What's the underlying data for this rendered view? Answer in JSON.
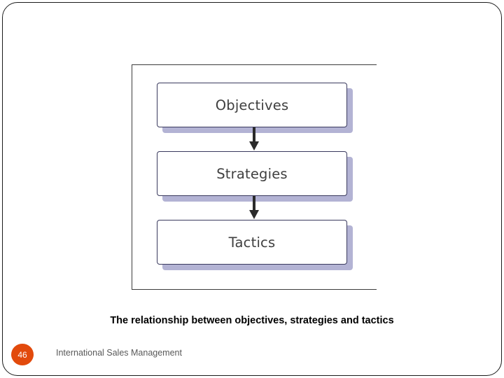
{
  "slide": {
    "caption": "The relationship between objectives, strategies and tactics",
    "footer": {
      "slide_number": "46",
      "course_title": "International Sales Management"
    },
    "colors": {
      "badge": "#e24a0c",
      "box_shadow": "#b3b3d4",
      "box_border": "#3a3a5e",
      "text": "#3f3f3f"
    }
  },
  "diagram": {
    "type": "flow",
    "orientation": "vertical",
    "nodes": [
      {
        "label": "Objectives"
      },
      {
        "label": "Strategies"
      },
      {
        "label": "Tactics"
      }
    ],
    "connectors": [
      {
        "from": "Objectives",
        "to": "Strategies",
        "glyph": "down-arrow"
      },
      {
        "from": "Strategies",
        "to": "Tactics",
        "glyph": "down-arrow"
      }
    ]
  }
}
